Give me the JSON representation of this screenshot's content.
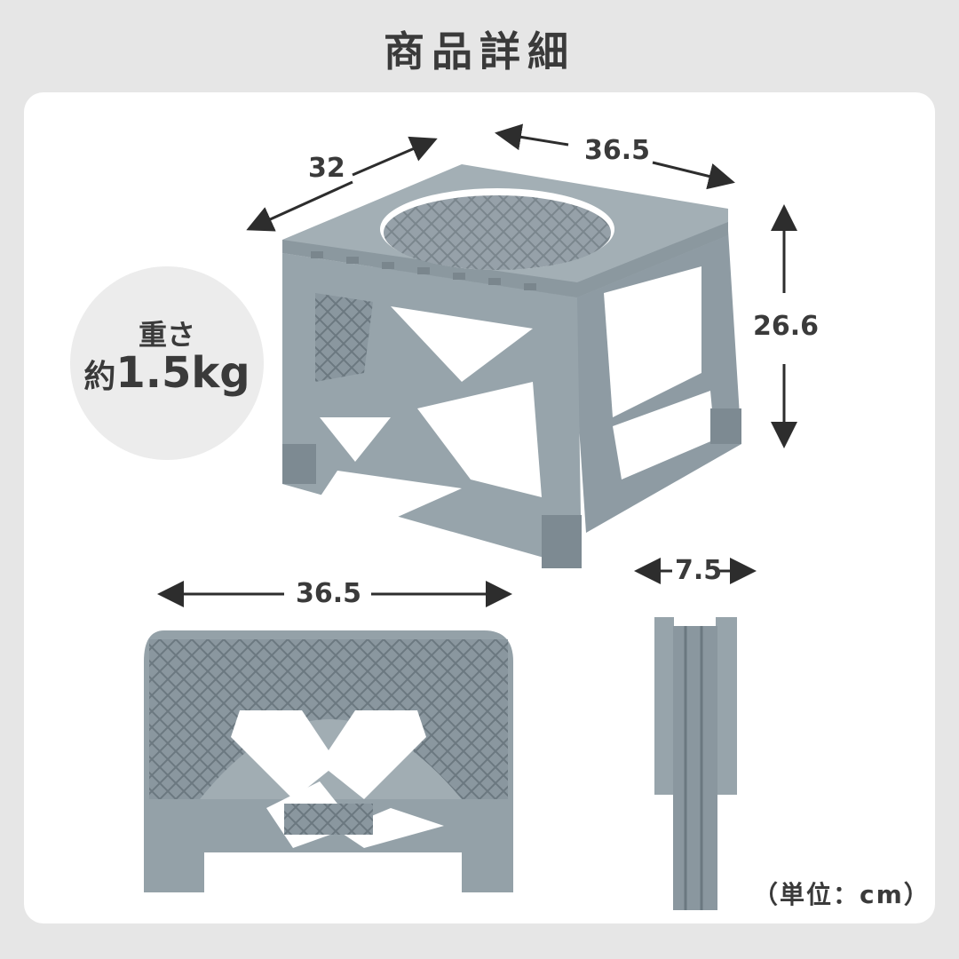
{
  "header": {
    "title": "商品詳細"
  },
  "weight": {
    "label": "重さ",
    "prefix": "約",
    "value": "1.5kg"
  },
  "dimensions": {
    "depth": "32",
    "width_top": "36.5",
    "height": "26.6",
    "width_folded": "36.5",
    "thickness_folded": "7.5"
  },
  "unit_note": "（単位：cm）",
  "colors": {
    "product": "#8e9ba3",
    "product_dark": "#6f7c84",
    "text": "#3a3a3a"
  }
}
